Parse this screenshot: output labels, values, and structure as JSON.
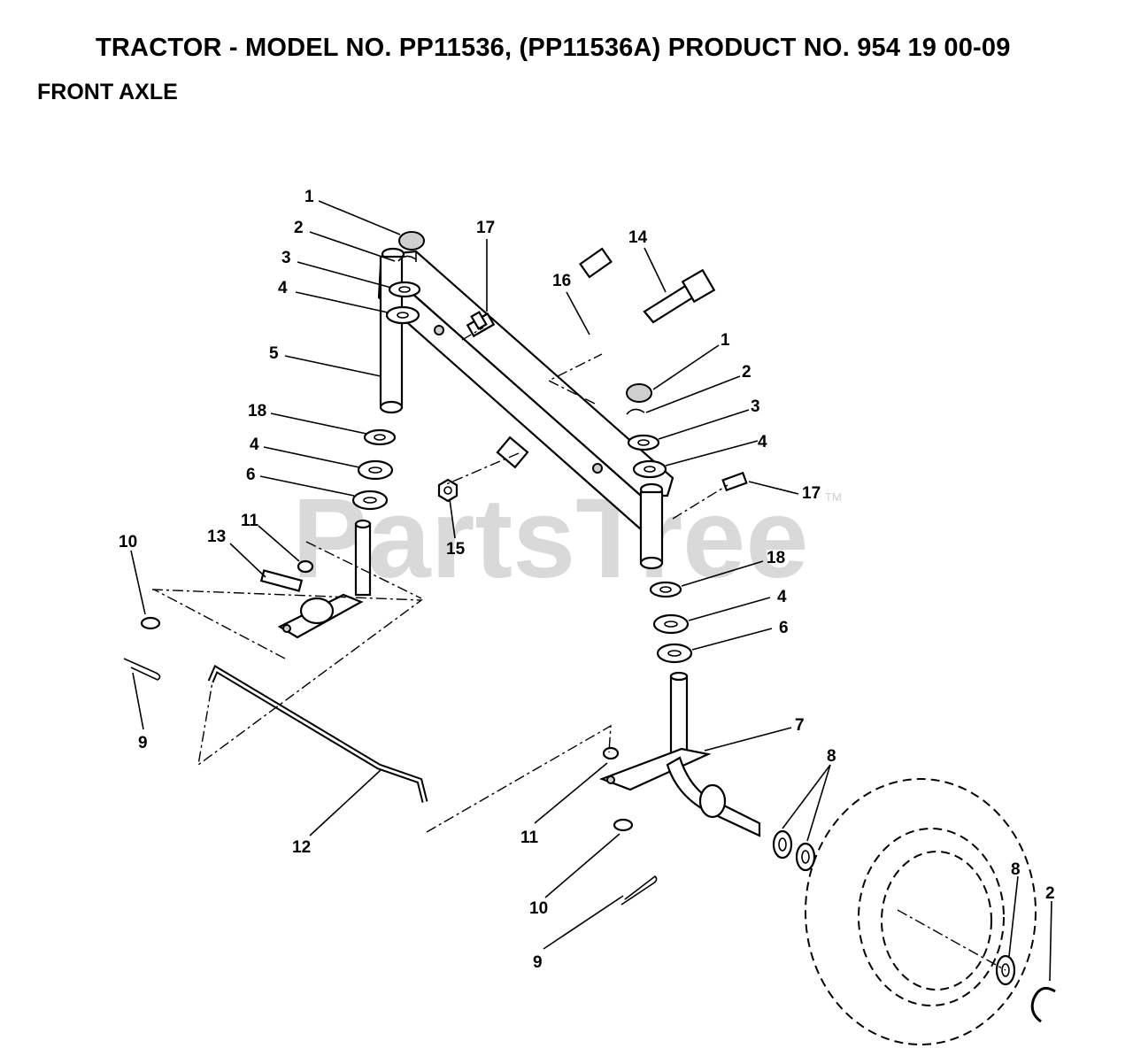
{
  "header": {
    "title": "TRACTOR - MODEL NO. PP11536, (PP11536A)  PRODUCT NO. 954 19 00-09",
    "subtitle": "FRONT AXLE"
  },
  "watermark": {
    "text": "PartsTree",
    "tm": "TM"
  },
  "callouts": [
    {
      "id": "c1a",
      "text": "1"
    },
    {
      "id": "c2a",
      "text": "2"
    },
    {
      "id": "c3a",
      "text": "3"
    },
    {
      "id": "c4a",
      "text": "4"
    },
    {
      "id": "c5",
      "text": "5"
    },
    {
      "id": "c18a",
      "text": "18"
    },
    {
      "id": "c4b",
      "text": "4"
    },
    {
      "id": "c6a",
      "text": "6"
    },
    {
      "id": "c17a",
      "text": "17"
    },
    {
      "id": "c16",
      "text": "16"
    },
    {
      "id": "c14",
      "text": "14"
    },
    {
      "id": "c1b",
      "text": "1"
    },
    {
      "id": "c2b",
      "text": "2"
    },
    {
      "id": "c3b",
      "text": "3"
    },
    {
      "id": "c4c",
      "text": "4"
    },
    {
      "id": "c17b",
      "text": "17"
    },
    {
      "id": "c15",
      "text": "15"
    },
    {
      "id": "c18b",
      "text": "18"
    },
    {
      "id": "c4d",
      "text": "4"
    },
    {
      "id": "c6b",
      "text": "6"
    },
    {
      "id": "c7",
      "text": "7"
    },
    {
      "id": "c8a",
      "text": "8"
    },
    {
      "id": "c8b",
      "text": "8"
    },
    {
      "id": "c2c",
      "text": "2"
    },
    {
      "id": "c10a",
      "text": "10"
    },
    {
      "id": "c11a",
      "text": "11"
    },
    {
      "id": "c13",
      "text": "13"
    },
    {
      "id": "c9a",
      "text": "9"
    },
    {
      "id": "c12",
      "text": "12"
    },
    {
      "id": "c11b",
      "text": "11"
    },
    {
      "id": "c10b",
      "text": "10"
    },
    {
      "id": "c9b",
      "text": "9"
    }
  ]
}
